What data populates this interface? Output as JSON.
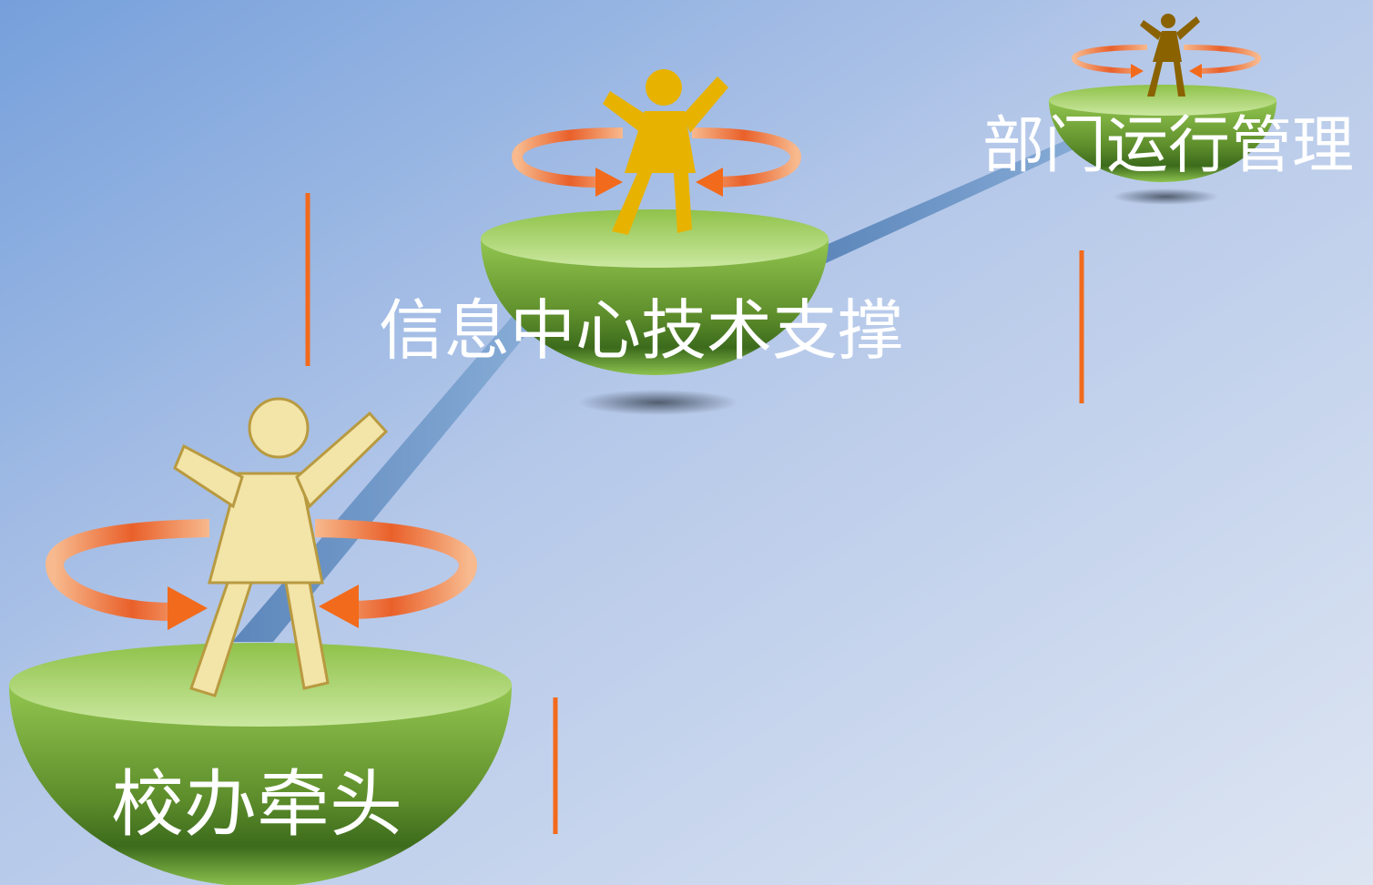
{
  "diagram": {
    "stages": [
      {
        "label": "校办牵头"
      },
      {
        "label": "信息中心技术支撑"
      },
      {
        "label": "部门运行管理"
      }
    ]
  },
  "colors": {
    "background_light": "#d6e0f0",
    "background_dark": "#7aa3dc",
    "bowl_top": "#c9e79a",
    "bowl_body": "#7aac3e",
    "bowl_dark": "#3d6a1c",
    "connector": "#6b95c6",
    "vertical_line": "#f26a1b",
    "arrow_ring": "#f08a55",
    "figure_1": "#f0e0a0",
    "figure_2": "#e8b200",
    "figure_3": "#8a6200",
    "label_text": "#ffffff"
  }
}
